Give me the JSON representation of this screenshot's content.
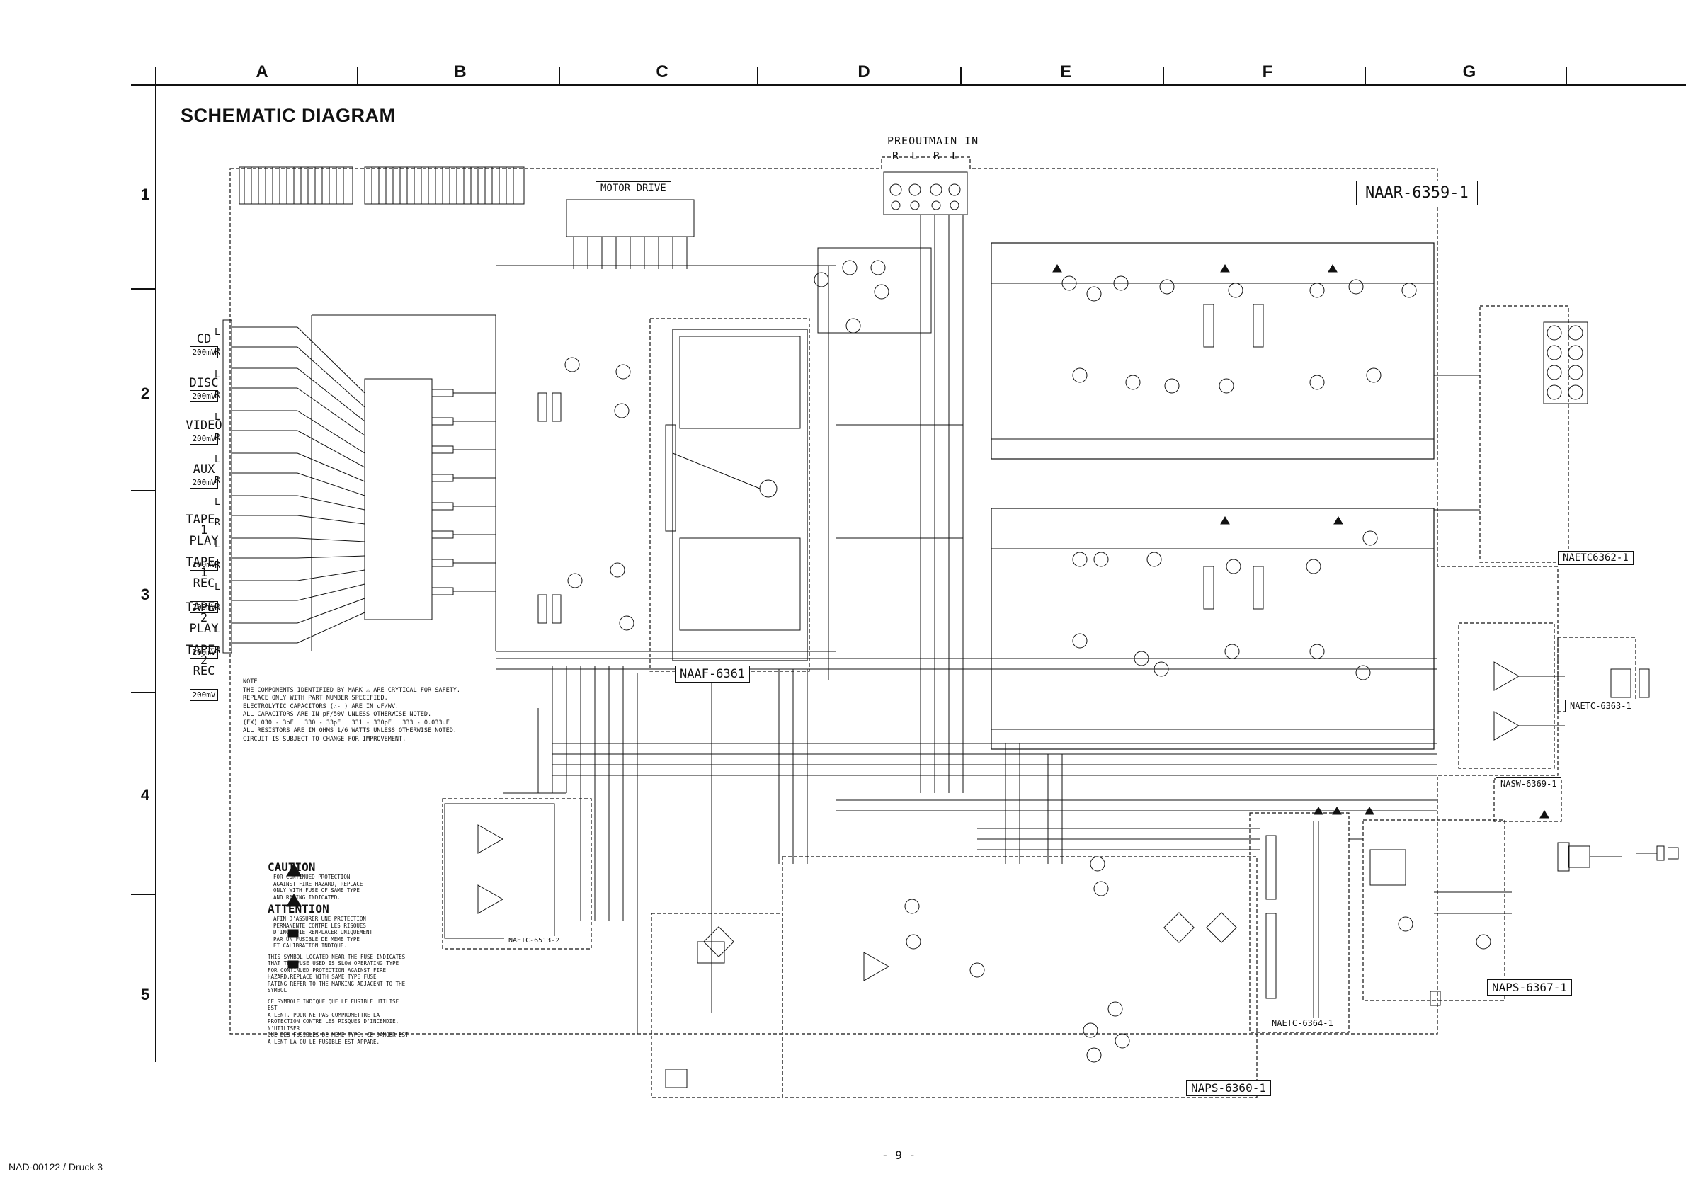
{
  "header": {
    "columns": [
      "A",
      "B",
      "C",
      "D",
      "E",
      "F",
      "G"
    ],
    "rows": [
      "1",
      "2",
      "3",
      "4",
      "5"
    ]
  },
  "title": "SCHEMATIC DIAGRAM",
  "boards": {
    "main": "NAAR-6359-1",
    "motor": "NAAF-6361",
    "tone": "NAETC6362-1",
    "headphone": "NAETC-6363-1",
    "sw": "NASW-6369-1",
    "power_a": "NAETC-6364-1",
    "power_b": "NAPS-6367-1",
    "power_c": "NAPS-6360-1",
    "op": "NAETC-6513-2"
  },
  "io": {
    "preout": "PREOUT",
    "mainin": "MAIN IN",
    "r": "R",
    "l": "L"
  },
  "motor_drive": "MOTOR DRIVE",
  "inputs": [
    {
      "name": "CD",
      "level": "200mV"
    },
    {
      "name": "DISC",
      "level": "200mV"
    },
    {
      "name": "VIDEO",
      "level": "200mV"
    },
    {
      "name": "AUX",
      "level": "200mV"
    },
    {
      "name": "TAPE-1\nPLAY",
      "level": "200mV"
    },
    {
      "name": "TAPE-1\nREC",
      "level": "200mV"
    },
    {
      "name": "TAPE-2\nPLAY",
      "level": "200mV"
    },
    {
      "name": "TAPE-2\nREC",
      "level": "200mV"
    }
  ],
  "note": "NOTE\nTHE COMPONENTS IDENTIFIED BY MARK ⚠ ARE CRYTICAL FOR SAFETY.\nREPLACE ONLY WITH PART NUMBER SPECIFIED.\nELECTROLYTIC CAPACITORS (∴- ) ARE IN uF/WV.\nALL CAPACITORS ARE IN pF/50V UNLESS OTHERWISE NOTED.\n(EX) 030 - 3pF   330 - 33pF   331 - 330pF   333 - 0.033uF\nALL RESISTORS ARE IN OHMS 1/6 WATTS UNLESS OTHERWISE NOTED.\nCIRCUIT IS SUBJECT TO CHANGE FOR IMPROVEMENT.",
  "caution": {
    "head1": "CAUTION",
    "text1": "FOR CONTINUED PROTECTION\nAGAINST FIRE HAZARD, REPLACE\nONLY WITH FUSE OF SAME TYPE\nAND RATING INDICATED.",
    "head2": "ATTENTION",
    "text2": "AFIN D'ASSURER UNE PROTECTION\nPERMANENTE CONTRE LES RISQUES\nD'INCENDIE REMPLACER UNIQUEMENT\nPAR UN FUSIBLE DE MEME TYPE\nET CALIBRATION INDIQUE.",
    "text3": "THIS SYMBOL LOCATED NEAR THE FUSE INDICATES\nTHAT THE FUSE USED IS SLOW OPERATING TYPE\nFOR CONTINUED PROTECTION AGAINST FIRE\nHAZARD,REPLACE WITH SAME TYPE FUSE\nRATING REFER TO THE MARKING ADJACENT TO THE SYMBOL",
    "text4": "CE SYMBOLE INDIQUE QUE LE FUSIBLE UTILISE EST\nA LENT. POUR NE PAS COMPROMETTRE LA\nPROTECTION CONTRE LES RISQUES D'INCENDIE, N'UTILISER\nQUE DES FUSIBLES DE MEME TYPE. CE DANGER EST\nA LENT LA OU LE FUSIBLE EST APPARE."
  },
  "footer": {
    "doc": "NAD-00122 / Druck 3",
    "page": "- 9 -"
  }
}
